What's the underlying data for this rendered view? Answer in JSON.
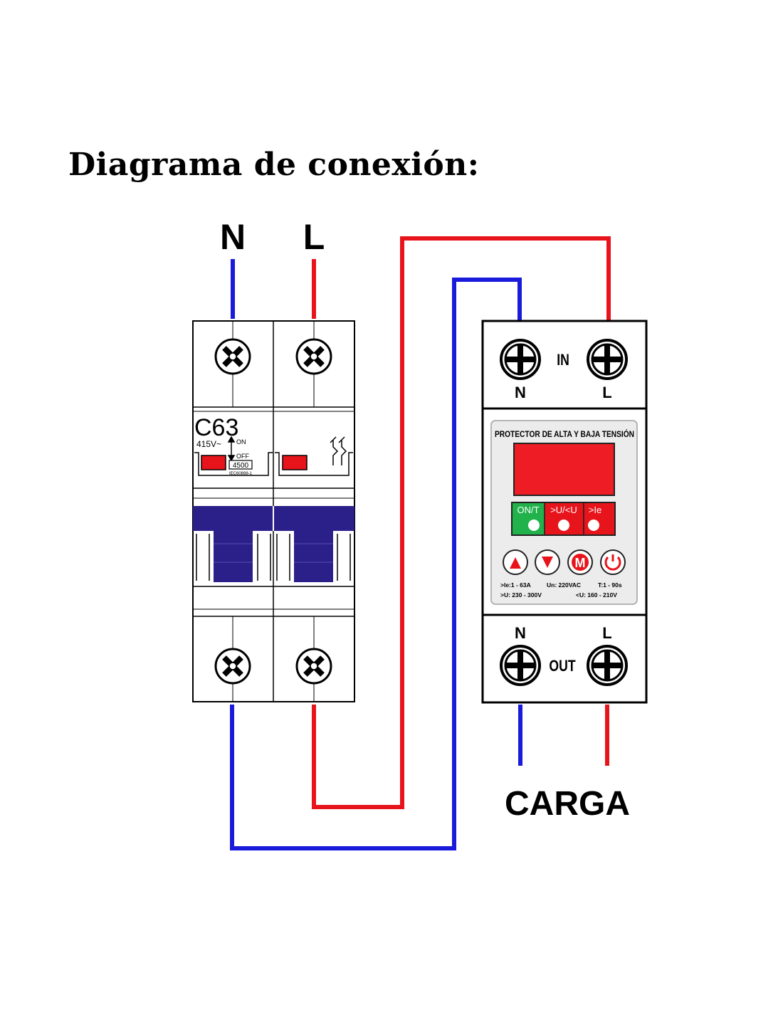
{
  "title": "Diagrama de conexión:",
  "supply": {
    "neutral_label": "N",
    "line_label": "L"
  },
  "breaker": {
    "model": "C63",
    "voltage": "415V~",
    "on_label": "ON",
    "off_label": "OFF",
    "rating": "4500",
    "standard": "IEC60898-1"
  },
  "protector": {
    "in_label": "IN",
    "out_label": "OUT",
    "n_label": "N",
    "l_label": "L",
    "title": "PROTECTOR DE ALTA Y BAJA TENSIÓN",
    "indicators": [
      "ON/T",
      ">U/<U",
      ">Ie"
    ],
    "specs_line1": [
      ">Ie:1 - 63A",
      "Un: 220VAC",
      "T:1 - 90s"
    ],
    "specs_line2": [
      ">U: 230 - 300V",
      "<U: 160 - 210V"
    ],
    "buttons": [
      "up-arrow",
      "down-arrow",
      "M",
      "power"
    ],
    "button_m_label": "M"
  },
  "load_label": "CARGA",
  "colors": {
    "line_wire": "#e8141b",
    "neutral_wire": "#1a1adc",
    "breaker_handle": "#2b1f8a",
    "display": "#ee1c24",
    "indicator_green": "#21b24b"
  }
}
